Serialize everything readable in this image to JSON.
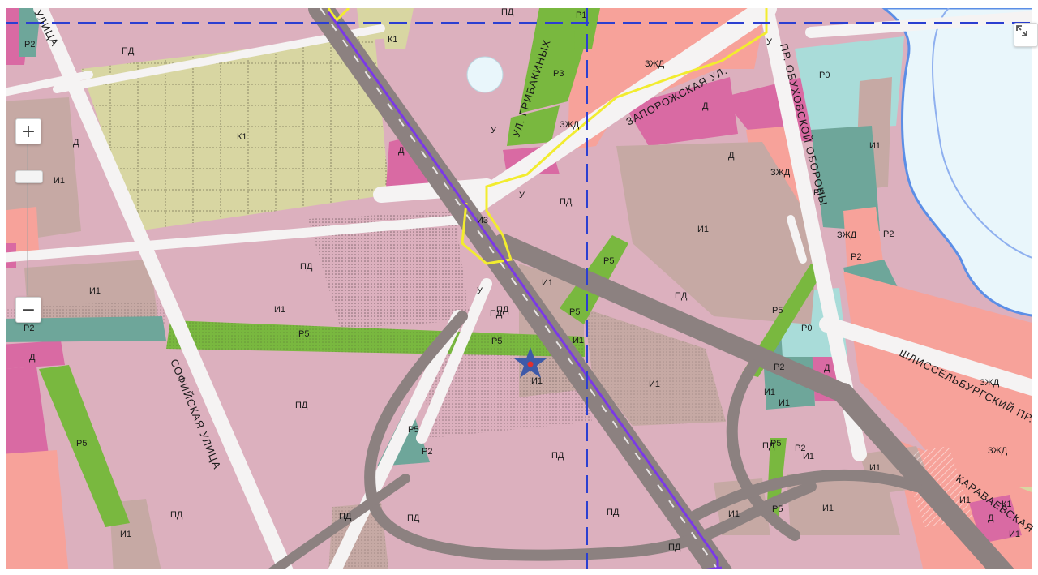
{
  "map": {
    "colors": {
      "pd": "#dcb0be",
      "k1": "#d8d6a2",
      "i1": "#c6a9a4",
      "zhd": "#f7a29a",
      "d": "#d96aa3",
      "r5": "#79b83f",
      "r2": "#6ea69a",
      "r0": "#a9dcd9",
      "road": "#8c8180",
      "street": "#f5f3f3",
      "water": "#e9f6fb",
      "red_line": "#7b39e6",
      "border_yellow": "#f2ec2f",
      "grid_blue": "#2b3fd1",
      "marker_fill": "#3e5aa8",
      "marker_dot": "#e0302e"
    },
    "streets": {
      "sofiyskaya": "СОФИЙСКАЯ УЛИЦА",
      "zaporozhskaya": "ЗАПОРОЖСКАЯ УЛ.",
      "obukhovskoy": "ПР. ОБУХОВСКОЙ ОБОРОНЫ",
      "shlisselburgsky": "ШЛИССЕЛЬБУРГСКИЙ ПР.",
      "rybakov": "УЛ. ГРИБАКИНЫХ",
      "karavaevskaya": "КАРАВАЕВСКАЯ",
      "ulitsa_left": "УЛИЦА"
    },
    "zones": [
      {
        "id": "z1",
        "label": "ПД"
      },
      {
        "id": "z2",
        "label": "ПД"
      },
      {
        "id": "z3",
        "label": "ПД"
      },
      {
        "id": "z4",
        "label": "ПД"
      },
      {
        "id": "z5",
        "label": "ПД"
      },
      {
        "id": "z6",
        "label": "ПД"
      },
      {
        "id": "z7",
        "label": "ПД"
      },
      {
        "id": "z8",
        "label": "ПД"
      },
      {
        "id": "z9",
        "label": "ПД"
      },
      {
        "id": "z10",
        "label": "ПД"
      },
      {
        "id": "z11",
        "label": "ПД"
      },
      {
        "id": "z12",
        "label": "ПД"
      },
      {
        "id": "z13",
        "label": "ПД"
      },
      {
        "id": "z14",
        "label": "ПД"
      },
      {
        "id": "z15",
        "label": "ПД"
      },
      {
        "id": "k1a",
        "label": "К1"
      },
      {
        "id": "k1b",
        "label": "К1"
      },
      {
        "id": "k1c",
        "label": "К1"
      },
      {
        "id": "i1a",
        "label": "И1"
      },
      {
        "id": "i1b",
        "label": "И1"
      },
      {
        "id": "i1c",
        "label": "И1"
      },
      {
        "id": "i1d",
        "label": "И1"
      },
      {
        "id": "i1e",
        "label": "И1"
      },
      {
        "id": "i1f",
        "label": "И1"
      },
      {
        "id": "i1g",
        "label": "И1"
      },
      {
        "id": "i1h",
        "label": "И1"
      },
      {
        "id": "i1i",
        "label": "И1"
      },
      {
        "id": "i1j",
        "label": "И1"
      },
      {
        "id": "i1k",
        "label": "И1"
      },
      {
        "id": "i1l",
        "label": "И1"
      },
      {
        "id": "i1m",
        "label": "И1"
      },
      {
        "id": "i1n",
        "label": "И1"
      },
      {
        "id": "i1o",
        "label": "И1"
      },
      {
        "id": "i1p",
        "label": "И1"
      },
      {
        "id": "i1q",
        "label": "И1"
      },
      {
        "id": "i1r",
        "label": "И1"
      },
      {
        "id": "i3",
        "label": "И3"
      },
      {
        "id": "zhd1",
        "label": "ЗЖД"
      },
      {
        "id": "zhd2",
        "label": "ЗЖД"
      },
      {
        "id": "zhd3",
        "label": "ЗЖД"
      },
      {
        "id": "zhd4",
        "label": "ЗЖД"
      },
      {
        "id": "zhd5",
        "label": "ЗЖД"
      },
      {
        "id": "zhd6",
        "label": "ЗЖД"
      },
      {
        "id": "d1",
        "label": "Д"
      },
      {
        "id": "d2",
        "label": "Д"
      },
      {
        "id": "d3",
        "label": "Д"
      },
      {
        "id": "d4",
        "label": "Д"
      },
      {
        "id": "d5",
        "label": "Д"
      },
      {
        "id": "d6",
        "label": "Д"
      },
      {
        "id": "d7",
        "label": "Д"
      },
      {
        "id": "r5a",
        "label": "Р5"
      },
      {
        "id": "r5b",
        "label": "Р5"
      },
      {
        "id": "r5c",
        "label": "Р5"
      },
      {
        "id": "r5d",
        "label": "Р5"
      },
      {
        "id": "r5e",
        "label": "Р5"
      },
      {
        "id": "r5f",
        "label": "Р5"
      },
      {
        "id": "r5g",
        "label": "Р5"
      },
      {
        "id": "r5h",
        "label": "Р5"
      },
      {
        "id": "r5i",
        "label": "Р5"
      },
      {
        "id": "r2a",
        "label": "Р2"
      },
      {
        "id": "r2b",
        "label": "Р2"
      },
      {
        "id": "r2c",
        "label": "Р2"
      },
      {
        "id": "r2d",
        "label": "Р2"
      },
      {
        "id": "r2e",
        "label": "Р2"
      },
      {
        "id": "r2f",
        "label": "Р2"
      },
      {
        "id": "r2g",
        "label": "Р2"
      },
      {
        "id": "r2h",
        "label": "Р2"
      },
      {
        "id": "r3",
        "label": "Р3"
      },
      {
        "id": "r1",
        "label": "Р1"
      },
      {
        "id": "r0a",
        "label": "Р0"
      },
      {
        "id": "r0b",
        "label": "Р0"
      },
      {
        "id": "u1",
        "label": "У"
      },
      {
        "id": "u2",
        "label": "У"
      },
      {
        "id": "u3",
        "label": "У"
      },
      {
        "id": "u4",
        "label": "У"
      }
    ],
    "controls": {
      "zoom_in": "+",
      "zoom_out": "−"
    }
  }
}
